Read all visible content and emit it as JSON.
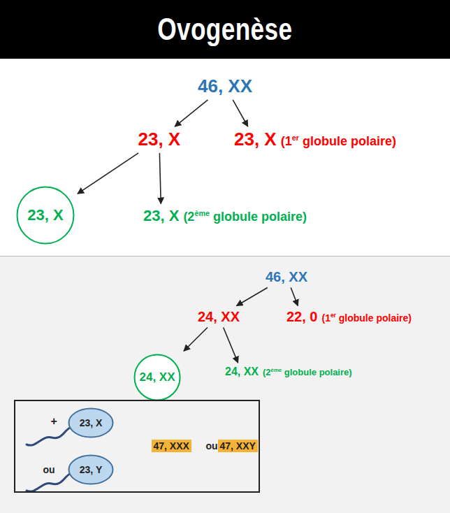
{
  "diagram": {
    "title": "Ovogenèse",
    "nodes": [
      {
        "text": [
          "46, XX"
        ]
      },
      {
        "text": [
          "23, X"
        ]
      },
      {
        "text": [
          "23, X",
          "(1er globule polaire)"
        ]
      },
      {
        "text": [
          "23, X"
        ]
      },
      {
        "text": [
          "23, X",
          "(2ème globule polaire)"
        ]
      },
      {
        "text": [
          "46, XX"
        ]
      },
      {
        "text": [
          "24, XX"
        ]
      },
      {
        "text": [
          "22, 0",
          "(1er globule polaire)"
        ]
      },
      {
        "text": [
          "24, XX"
        ]
      },
      {
        "text": [
          "24, XX",
          "(2ème globule polaire)"
        ]
      },
      {
        "text": [
          "+",
          "ou"
        ]
      },
      {
        "text": [
          "23, X"
        ],
        "in": 10
      },
      {
        "text": [
          "23, Y"
        ],
        "in": 10
      },
      {
        "text": [
          "47, XXX"
        ],
        "in": 10
      },
      {
        "text": [
          "47, XXY"
        ],
        "in": 10
      }
    ],
    "edges": [
      {
        "from": 0,
        "to": 1,
        "arrow": "to"
      },
      {
        "from": 0,
        "to": 2,
        "arrow": "to"
      },
      {
        "from": 1,
        "to": 3,
        "arrow": "to"
      },
      {
        "from": 1,
        "to": 4,
        "arrow": "to"
      },
      {
        "from": 5,
        "to": 6,
        "arrow": "to"
      },
      {
        "from": 5,
        "to": 7,
        "arrow": "to"
      },
      {
        "from": 6,
        "to": 8,
        "arrow": "to"
      },
      {
        "from": 6,
        "to": 9,
        "arrow": "to"
      }
    ],
    "labels": [
      "ou"
    ]
  }
}
